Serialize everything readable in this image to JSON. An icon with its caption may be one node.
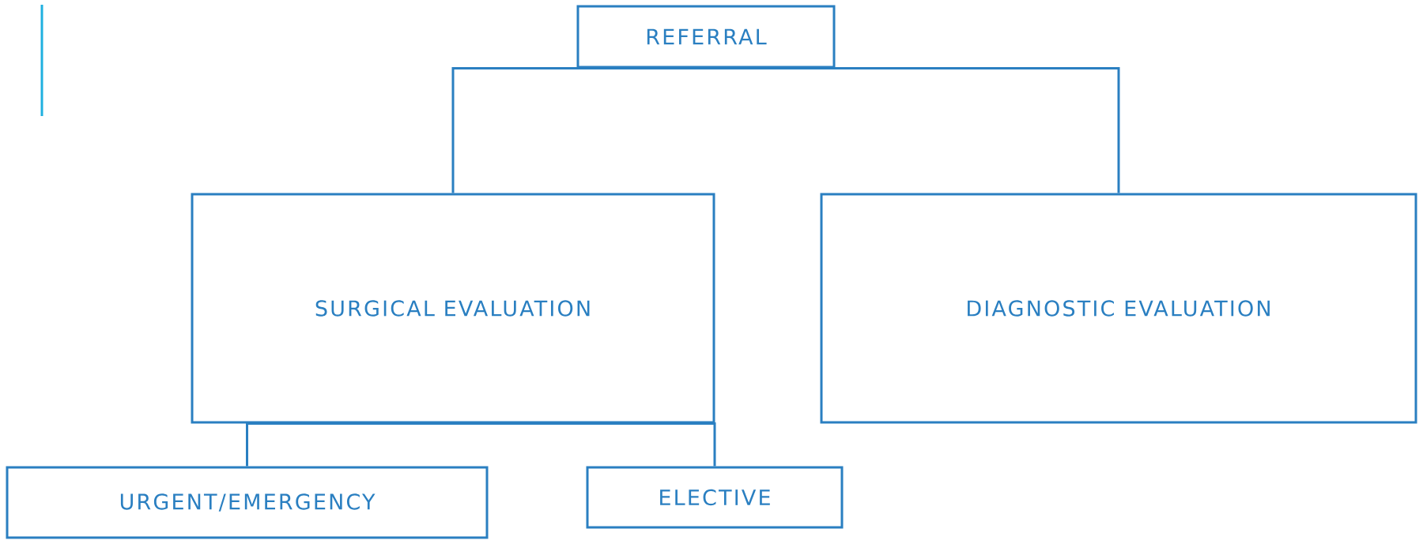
{
  "diagram": {
    "nodes": [
      {
        "text": [
          "REFERRAL"
        ]
      },
      {
        "text": [
          "SURGICAL EVALUATION"
        ]
      },
      {
        "text": [
          "DIAGNOSTIC EVALUATION"
        ]
      },
      {
        "text": [
          "URGENT/EMERGENCY"
        ]
      },
      {
        "text": [
          "ELECTIVE"
        ]
      }
    ],
    "edges": [
      {
        "from": 0,
        "to": 1,
        "arrow": "none"
      },
      {
        "from": 0,
        "to": 2,
        "arrow": "none"
      },
      {
        "from": 1,
        "to": 3,
        "arrow": "none"
      },
      {
        "from": 1,
        "to": 4,
        "arrow": "none"
      }
    ]
  }
}
